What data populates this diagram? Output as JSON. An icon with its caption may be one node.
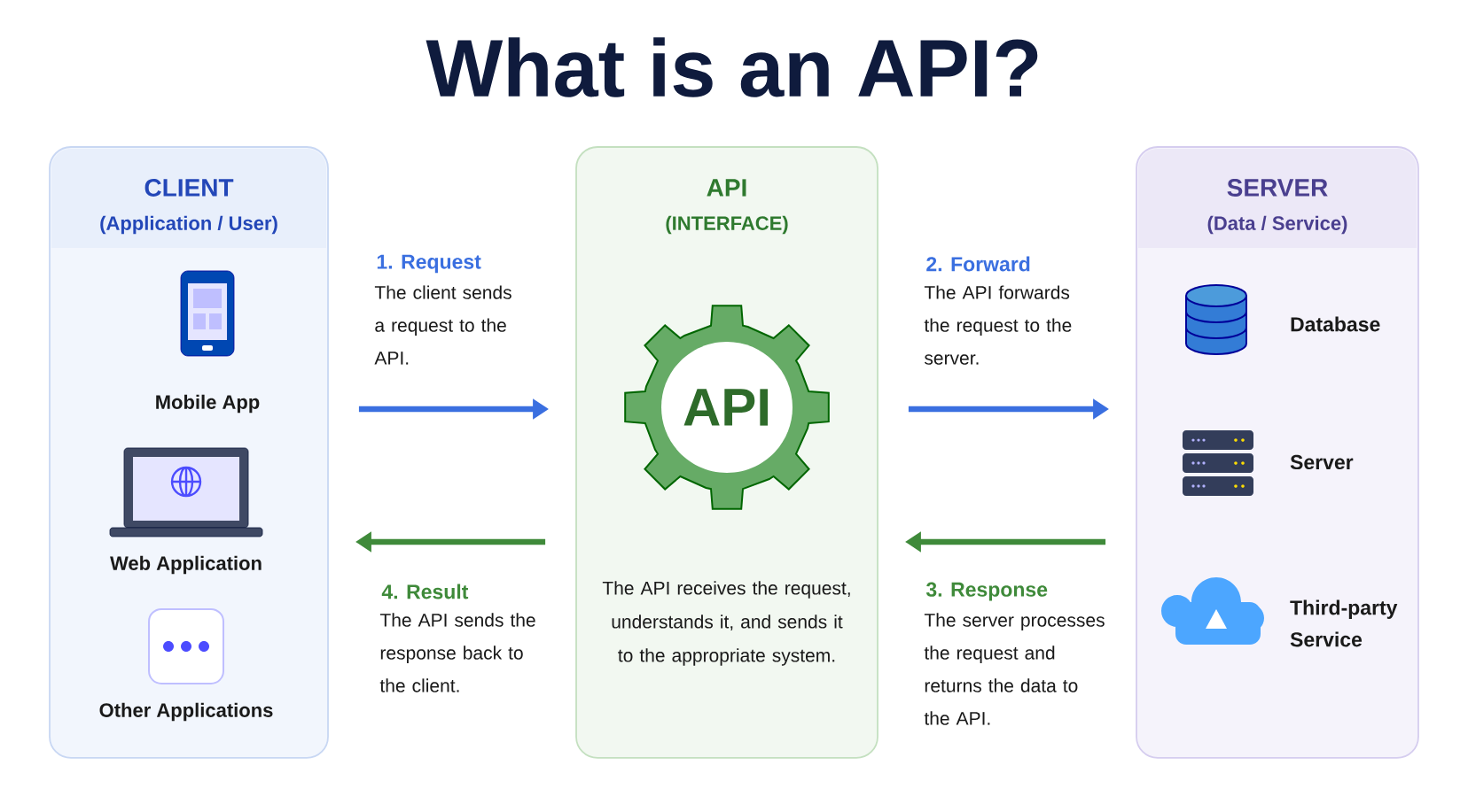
{
  "diagram": {
    "title": "What is an API?",
    "nodes": [
      {
        "text": [
          "CLIENT",
          "(Application / User)"
        ]
      },
      {
        "text": [
          "Mobile App"
        ],
        "in": 0
      },
      {
        "text": [
          "Web Application"
        ],
        "in": 0
      },
      {
        "text": [
          "Other Applications"
        ],
        "in": 0
      },
      {
        "text": [
          "API",
          "(INTERFACE)",
          "The API receives the request, understands it, and sends it to the appropriate system."
        ]
      },
      {
        "text": [
          "API"
        ],
        "in": 4
      },
      {
        "text": [
          "SERVER",
          "(Data / Service)"
        ]
      },
      {
        "text": [
          "Database"
        ],
        "in": 6
      },
      {
        "text": [
          "Server"
        ],
        "in": 6
      },
      {
        "text": [
          "Third-party Service"
        ],
        "in": 6
      }
    ],
    "edges": [
      {
        "from": 0,
        "to": 4,
        "arrow": "to",
        "color": "#3a6fe0"
      },
      {
        "from": 4,
        "to": 6,
        "arrow": "to",
        "color": "#3a6fe0"
      },
      {
        "from": 6,
        "to": 4,
        "arrow": "to",
        "color": "#3f8a3a"
      },
      {
        "from": 4,
        "to": 0,
        "arrow": "to",
        "color": "#3f8a3a"
      }
    ],
    "labels": [
      "1. Request",
      "The client sends a request to the API.",
      "2. Forward",
      "The API forwards the request to the server.",
      "4. Result",
      "The API sends the response back to the client.",
      "3. Response",
      "The server processes the request and returns the data to the API."
    ]
  }
}
